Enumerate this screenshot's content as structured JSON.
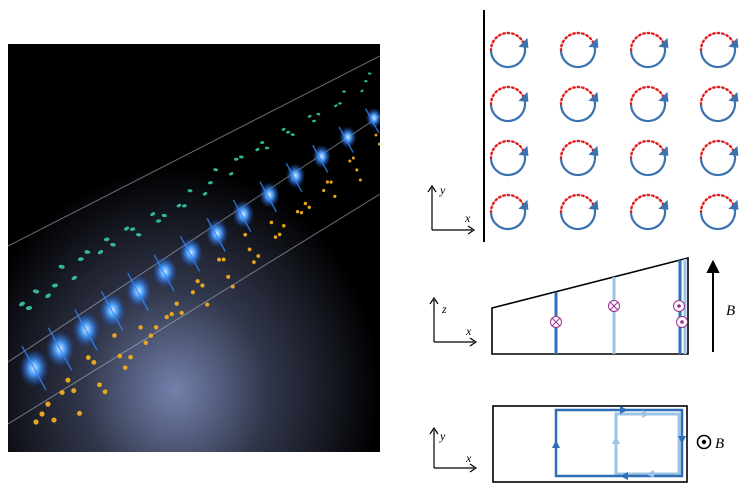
{
  "left_panel": {
    "spin_colors": {
      "upper": "#39c9a8",
      "core": "#2f86ff",
      "lower": "#f2ac1e"
    }
  },
  "orbit_panel": {
    "axis_x": "x",
    "axis_y": "y",
    "colors": {
      "solid_arc": "#3b73b0",
      "dotted_arc": "#e02020"
    },
    "rows": 4,
    "cols": 4
  },
  "side_panel": {
    "axis_x": "x",
    "axis_z": "z",
    "field_label": "B",
    "colors": {
      "dark_line": "#2e6fb7",
      "light_line": "#9cc4e6",
      "marker": "#9a2d8f"
    }
  },
  "top_panel": {
    "axis_x": "x",
    "axis_y": "y",
    "field_label": "B",
    "colors": {
      "dark_loop": "#2e6fb7",
      "light_loop": "#9cc4e6"
    }
  }
}
